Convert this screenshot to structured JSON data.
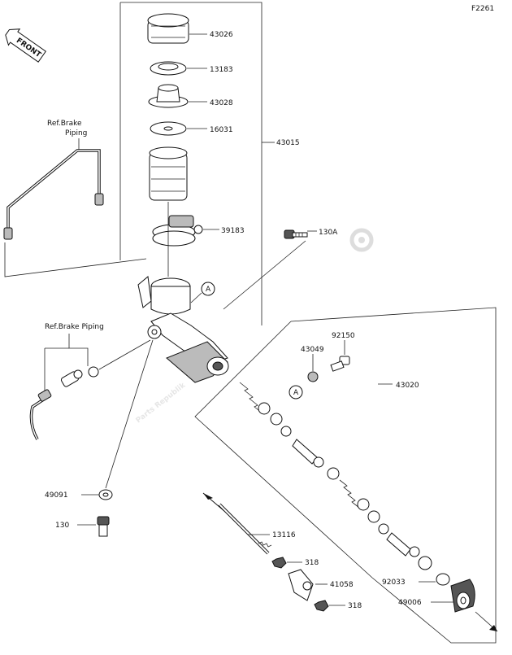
{
  "figure_code": "F2261",
  "front_label": "FRONT",
  "watermark": "Parts Republik",
  "ref_labels": {
    "brake_piping_upper_line1": "Ref.Brake",
    "brake_piping_upper_line2": "Piping",
    "brake_piping_lower": "Ref.Brake Piping"
  },
  "part_numbers": {
    "p43026": "43026",
    "p13183": "13183",
    "p43028": "43028",
    "p16031": "16031",
    "p43015": "43015",
    "p39183": "39183",
    "p130a": "130A",
    "p92150": "92150",
    "p43049": "43049",
    "p43020": "43020",
    "p49091": "49091",
    "p130": "130",
    "p13116": "13116",
    "p318_upper": "318",
    "p41058": "41058",
    "p318_lower": "318",
    "p92033": "92033",
    "p49006": "49006"
  },
  "callout_a_main": "A",
  "callout_a_kit": "A"
}
